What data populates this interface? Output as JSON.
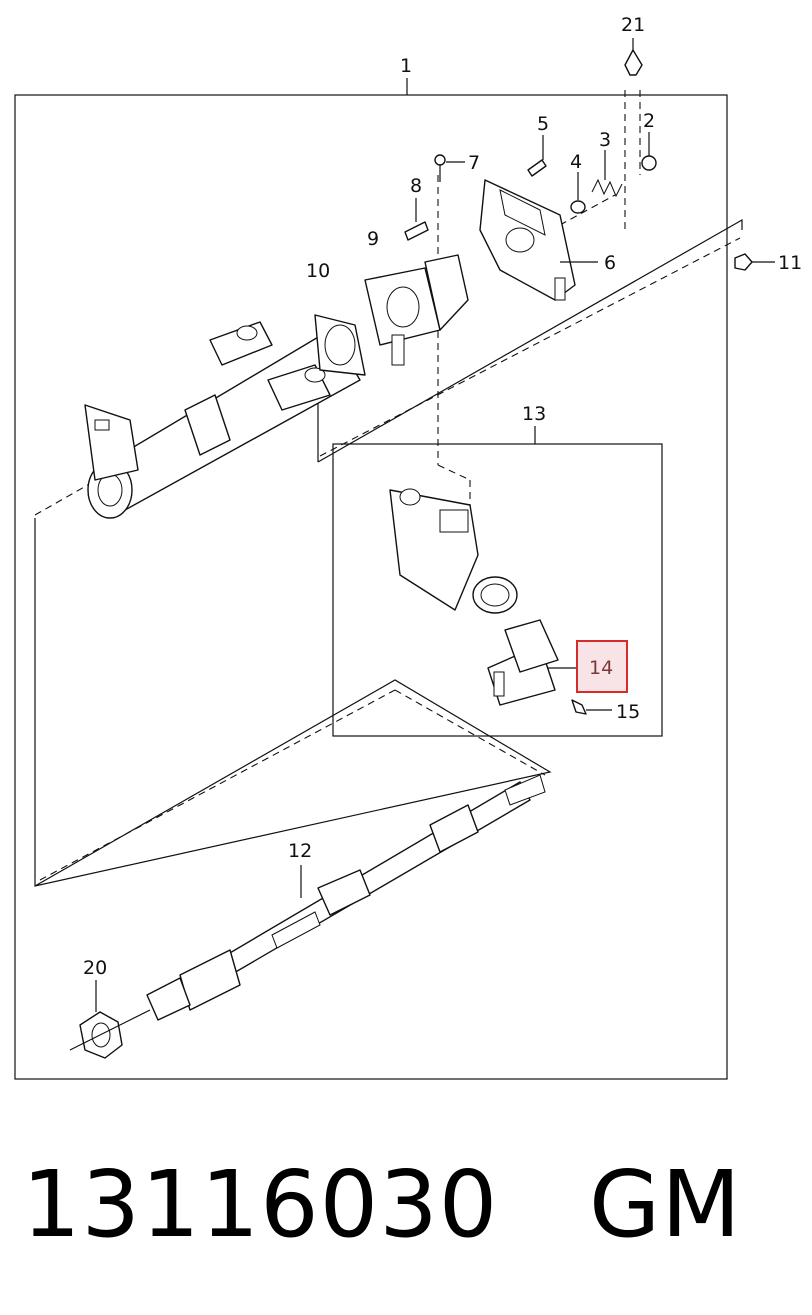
{
  "diagram": {
    "callouts": {
      "c1": "1",
      "c2": "2",
      "c3": "3",
      "c4": "4",
      "c5": "5",
      "c6": "6",
      "c7": "7",
      "c8": "8",
      "c9": "9",
      "c10": "10",
      "c11": "11",
      "c12": "12",
      "c13": "13",
      "c14": "14",
      "c15": "15",
      "c20": "20",
      "c21": "21"
    },
    "highlighted_callout": "14",
    "highlight_color": "#d62b2b",
    "highlight_fill": "#f8e3e6"
  },
  "caption": {
    "part_number": "13116030",
    "brand": "GM"
  }
}
